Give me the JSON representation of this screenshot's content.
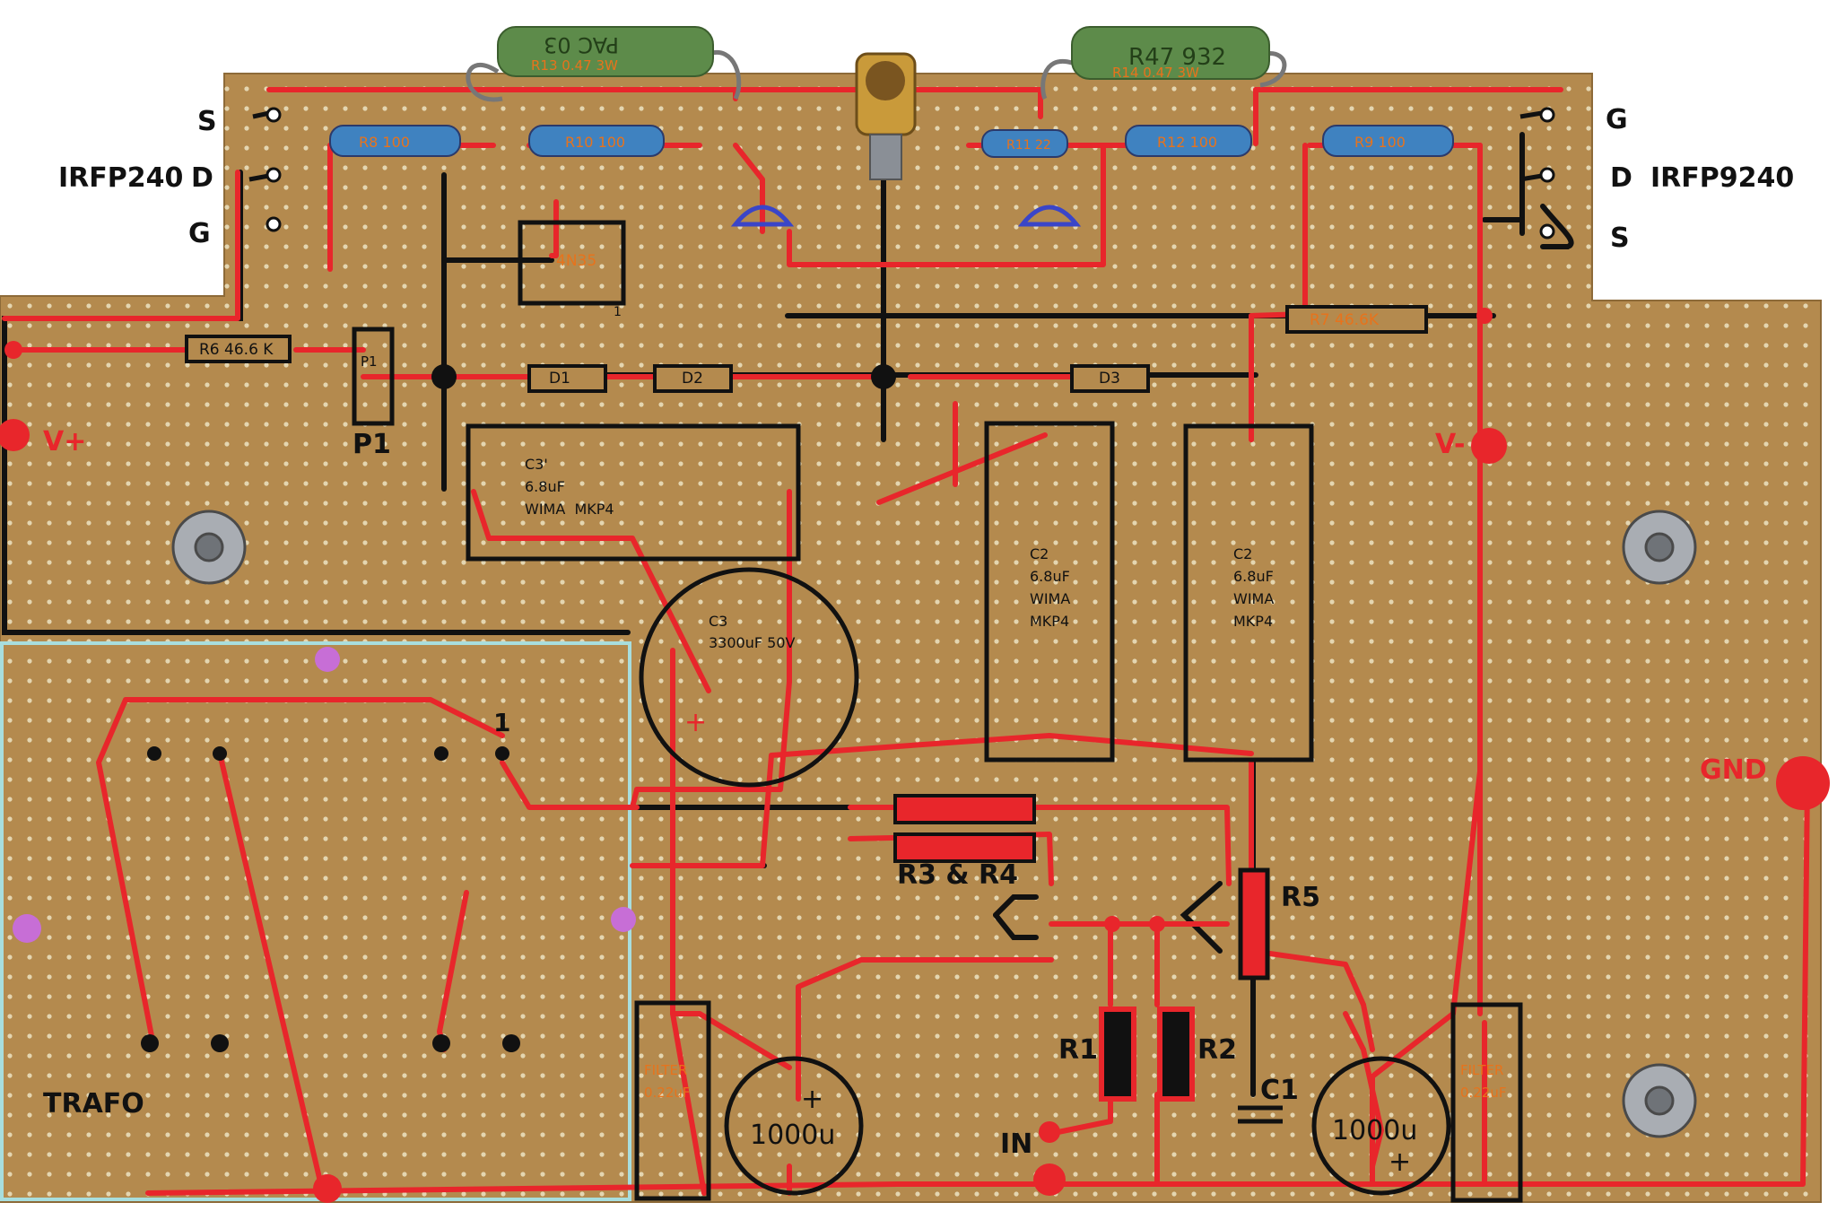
{
  "pins_left": {
    "s": "S",
    "d": "D",
    "g": "G",
    "device": "IRFP240"
  },
  "pins_right": {
    "g": "G",
    "d": "D",
    "s": "S",
    "device": "IRFP9240"
  },
  "rails": {
    "vplus": "V+",
    "vminus": "V-",
    "gnd": "GND",
    "in": "IN"
  },
  "power_resistors": {
    "r13_body": "PAC 03",
    "r13_label": "R13 0.47 3W",
    "r14_body": "R47 932",
    "r14_label": "R14 0.47 3W"
  },
  "resistor_labels": {
    "r8": "R8 100",
    "r10": "R10 100",
    "r11": "R11 22",
    "r12": "R12 100",
    "r9": "R9 100",
    "r6": "R6 46.6 K",
    "r7": "R7 46.6K"
  },
  "opto": {
    "label": "4N35",
    "pin1": "1"
  },
  "pot": {
    "label": "P1",
    "pin": "P1"
  },
  "diodes": {
    "d1": "D1",
    "d2": "D2",
    "d3": "D3"
  },
  "cap_c3prime": {
    "name": "C3'",
    "value": "6.8uF",
    "type": "WIMA  MKP4"
  },
  "cap_c3": {
    "name": "C3",
    "value": "3300uF 50V",
    "plus": "+"
  },
  "cap_c2a": {
    "name": "C2",
    "value": "6.8uF",
    "type1": "WIMA",
    "type2": "MKP4"
  },
  "cap_c2b": {
    "name": "C2",
    "value": "6.8uF",
    "type1": "WIMA",
    "type2": "MKP4"
  },
  "lower": {
    "r3r4": "R3 & R4",
    "r5": "R5",
    "r1": "R1",
    "r2": "R2",
    "c1": "C1",
    "trafo": "TRAFO",
    "trafo_pin": "1"
  },
  "filters": {
    "left_line1": "FILTER",
    "left_line2": "0.22uF",
    "right_line1": "FILTER",
    "right_line2": "0.22uF"
  },
  "caps_1000": {
    "left_value": "1000u",
    "left_plus": "+",
    "right_value": "1000u",
    "right_plus": "+"
  },
  "colors": {
    "board": "#b48a4e",
    "trace": "#e8262b",
    "wire": "#111111",
    "highlight": "#a8dede",
    "blue": "#3a45c8",
    "orange": "#e7731c"
  }
}
